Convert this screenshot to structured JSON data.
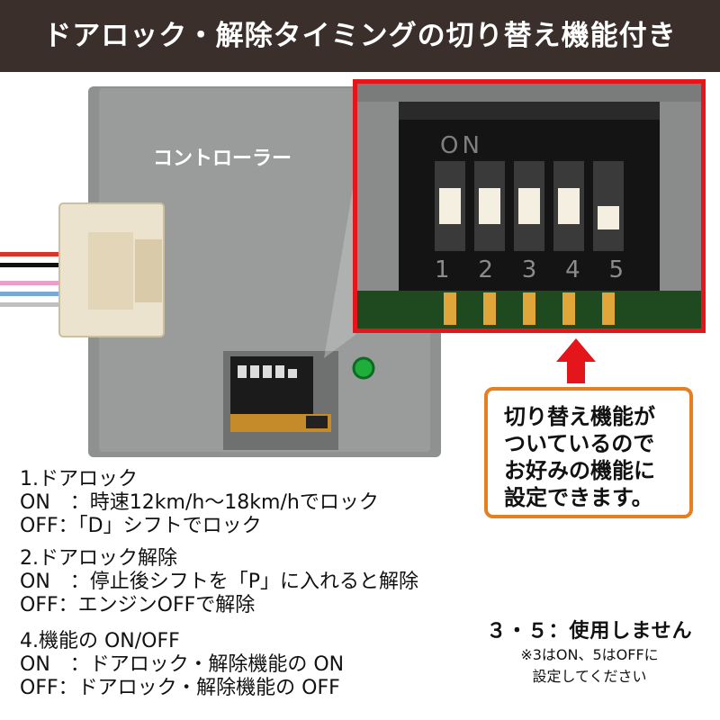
{
  "banner": {
    "title": "ドアロック・解除タイミングの切り替え機能付き"
  },
  "photo": {
    "controller_label": "コントローラー",
    "dip_on_label": "ON",
    "dip_numbers": [
      "1",
      "2",
      "3",
      "4",
      "5"
    ],
    "led_color": "#1fae3a"
  },
  "callout": {
    "lines": [
      "切り替え機能が",
      "ついているので",
      "お好みの機能に",
      "設定できます。"
    ]
  },
  "settings": [
    {
      "heading": "1.ドアロック",
      "lines": [
        "ON　：時速12km/h～18km/hでロック",
        "OFF：「D」シフトでロック"
      ]
    },
    {
      "heading": "2.ドアロック解除",
      "lines": [
        "ON　：停止後シフトを「P」に入れると解除",
        "OFF：エンジンOFFで解除"
      ]
    },
    {
      "heading": "4.機能の ON/OFF",
      "lines": [
        "ON　：ドアロック・解除機能の ON",
        "OFF：ドアロック・解除機能の OFF"
      ]
    }
  ],
  "unused": {
    "heading": "３・５：使用しません",
    "lines": [
      "※3はON、5はOFFに",
      "設定してください"
    ]
  },
  "colors": {
    "banner_bg": "#3a2f2b",
    "highlight": "#e4151b",
    "callout_border": "#e67e22",
    "arrow": "#e4151b"
  }
}
